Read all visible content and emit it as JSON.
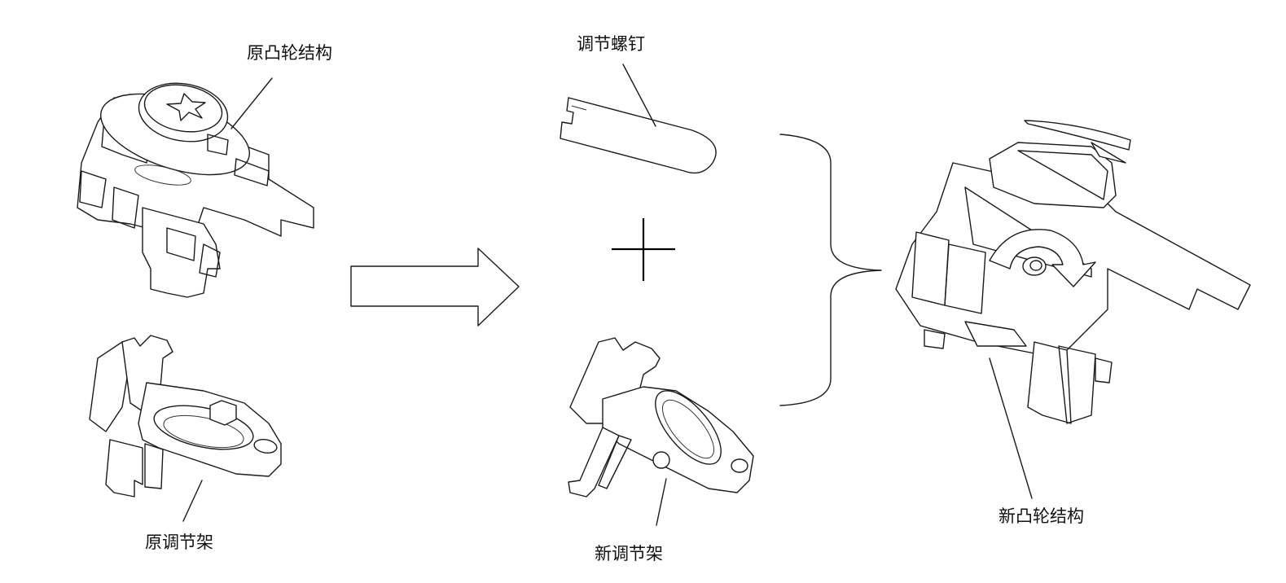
{
  "labels": {
    "original_cam": "原凸轮结构",
    "original_bracket": "原调节架",
    "adjust_screw": "调节螺钉",
    "new_bracket": "新调节架",
    "new_cam": "新凸轮结构"
  },
  "colors": {
    "line": "#1a1a1a",
    "background": "#ffffff"
  }
}
